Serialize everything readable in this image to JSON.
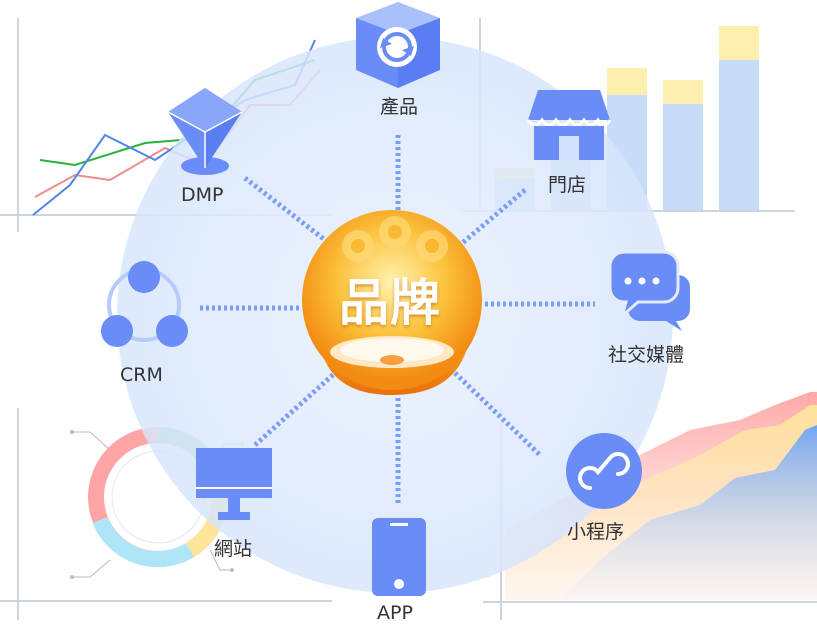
{
  "center": {
    "label": "品牌"
  },
  "nodes": {
    "product": {
      "label": "產品",
      "icon": "refresh-box-icon"
    },
    "store": {
      "label": "門店",
      "icon": "storefront-icon"
    },
    "social": {
      "label": "社交媒體",
      "icon": "chat-bubbles-icon"
    },
    "miniprogram": {
      "label": "小程序",
      "icon": "mini-program-icon"
    },
    "app": {
      "label": "APP",
      "icon": "smartphone-icon"
    },
    "website": {
      "label": "網站",
      "icon": "monitor-icon"
    },
    "crm": {
      "label": "CRM",
      "icon": "three-nodes-icon"
    },
    "dmp": {
      "label": "DMP",
      "icon": "funnel-diamond-icon"
    }
  },
  "colors": {
    "icon_blue": "#6a8cf7",
    "halo": "#dbe8fb",
    "connector": "#7c9cf5",
    "center_orange": "#f7a21b"
  }
}
